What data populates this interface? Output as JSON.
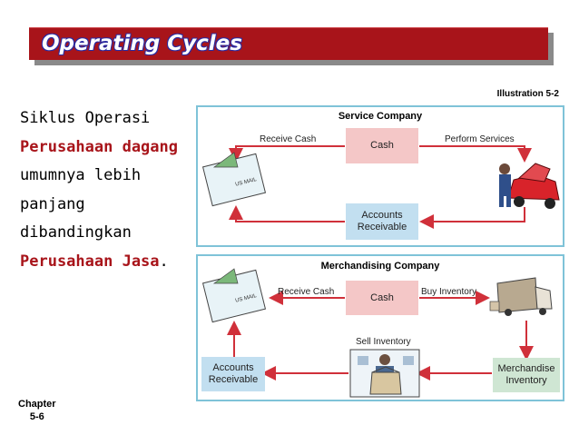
{
  "title": "Operating Cycles",
  "illustration_ref": "Illustration 5-2",
  "body": {
    "part1": "Siklus Operasi",
    "highlight1": "Perusahaan dagang",
    "part2": " umumnya lebih panjang dibandingkan",
    "highlight2": "Perusahaan Jasa",
    "part3": "."
  },
  "footer": {
    "chapter_label": "Chapter",
    "chapter_num": "5-6"
  },
  "service": {
    "title": "Service Company",
    "receive_cash": "Receive Cash",
    "cash": "Cash",
    "perform_services": "Perform Services",
    "accounts_receivable": "Accounts Receivable"
  },
  "merch": {
    "title": "Merchandising Company",
    "receive_cash": "Receive Cash",
    "cash": "Cash",
    "buy_inventory": "Buy Inventory",
    "sell_inventory": "Sell Inventory",
    "accounts_receivable": "Accounts Receivable",
    "merchandise_inventory": "Merchandise Inventory"
  },
  "envelope_text": "US MAIL",
  "colors": {
    "title_red": "#a8141a",
    "panel_border": "#7fc3d8",
    "pink": "#f4c7c7",
    "blue": "#c2dff0",
    "green": "#cfe6d3",
    "arrow_red": "#d0303a"
  }
}
